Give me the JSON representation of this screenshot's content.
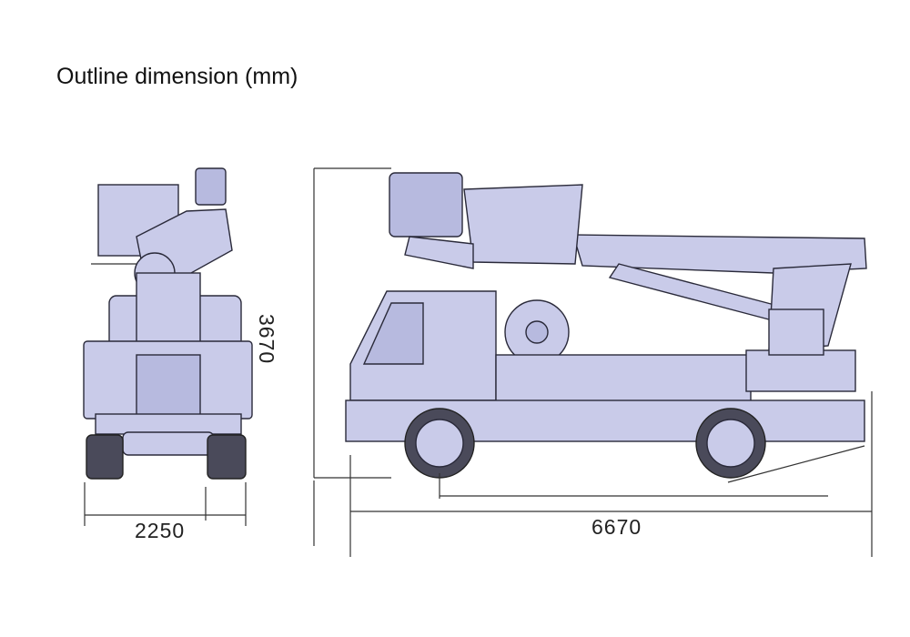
{
  "title": "Outline dimension (mm)",
  "dimensions": {
    "width": "2250",
    "height": "3670",
    "length": "6670"
  },
  "colors": {
    "fill": "#c9cbe9",
    "outline": "#2a2a3a"
  }
}
